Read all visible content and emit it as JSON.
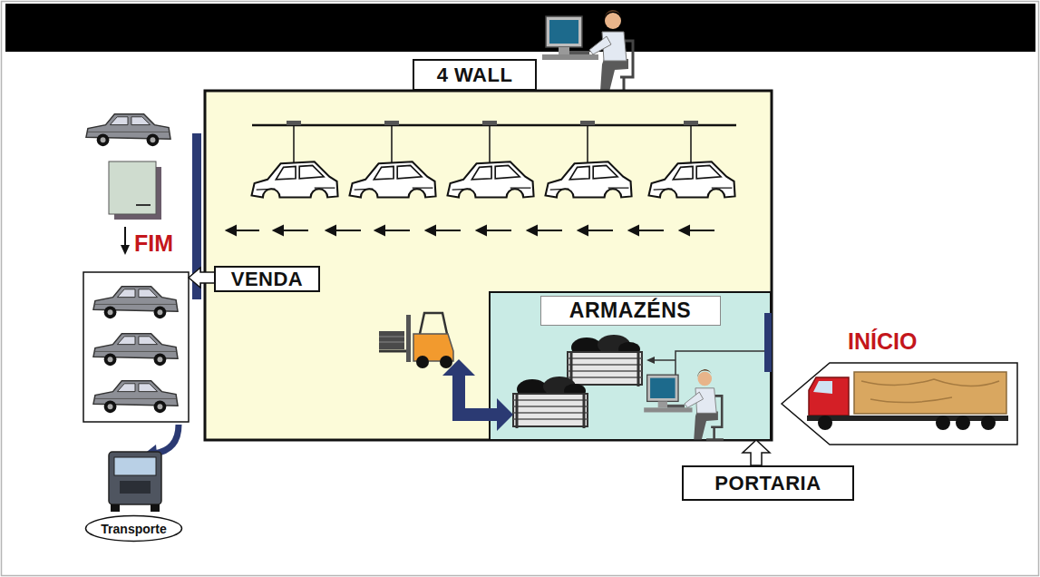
{
  "diagram": {
    "nodes": [
      {
        "text": [
          "4 WALL"
        ]
      },
      {
        "text": [
          "VENDA"
        ]
      },
      {
        "text": [
          "ARMAZÉNS"
        ]
      },
      {
        "text": [
          "PORTARIA"
        ]
      },
      {
        "text": [
          "Transporte"
        ]
      }
    ],
    "edges": [
      {
        "from": 3,
        "to": 2,
        "arrow": "to"
      }
    ],
    "labels": [
      "FIM",
      "INÍCIO"
    ]
  }
}
